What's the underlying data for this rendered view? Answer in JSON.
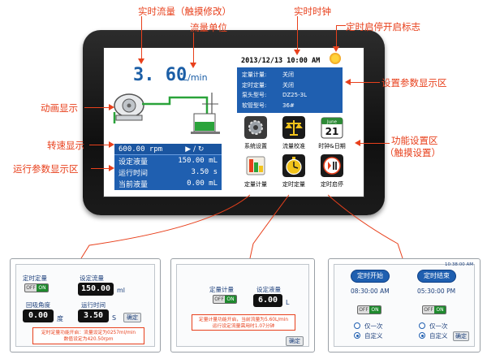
{
  "callouts": {
    "realtime_flow": "实时流量（触摸修改）",
    "flow_unit": "流量单位",
    "realtime_clock": "实时时钟",
    "timer_flag": "定时启停开启标志",
    "animation": "动画显示",
    "param_display": "设置参数显示区",
    "speed_display": "转速显示",
    "run_param_display": "运行参数显示区",
    "function_area": "功能设置区",
    "function_area_sub": "（触摸设置）"
  },
  "screen": {
    "flow_value": "3. 60",
    "flow_unit": "L/min",
    "clock": "2013/12/13 10:00 AM",
    "params": [
      {
        "key": "定量计量:",
        "value": "关闭"
      },
      {
        "key": "定时定量:",
        "value": "关闭"
      },
      {
        "key": "泵头型号:",
        "value": "DZ25-3L"
      },
      {
        "key": "软管型号:",
        "value": "36#"
      }
    ],
    "run": {
      "rpm": "600.00 rpm",
      "controls": "▶ / ↻",
      "rows": [
        {
          "key": "设定液量",
          "value": "150.00 mL"
        },
        {
          "key": "运行时间",
          "value": "3.50 s"
        },
        {
          "key": "当前液量",
          "value": "0.00 mL"
        }
      ]
    },
    "functions": [
      {
        "id": "system",
        "label": "系统设置",
        "icon": "gear-icon"
      },
      {
        "id": "calib",
        "label": "流量校准",
        "icon": "scale-icon"
      },
      {
        "id": "clock",
        "label": "时钟&日期",
        "icon": "calendar-icon",
        "cal_month": "June",
        "cal_day": "21"
      },
      {
        "id": "meter",
        "label": "定量计量",
        "icon": "meter-icon"
      },
      {
        "id": "timed",
        "label": "定时定量",
        "icon": "stopwatch-icon"
      },
      {
        "id": "startstop",
        "label": "定时启停",
        "icon": "clock-play-icon"
      }
    ]
  },
  "panel_timed": {
    "label_mode": "定时定量",
    "label_volume": "设定流量",
    "volume_value": "150.00",
    "volume_unit": "ml",
    "label_angle": "回吸角度",
    "angle_value": "0.00",
    "angle_unit": "度",
    "label_time": "运行时间",
    "time_value": "3.50",
    "time_unit": "S",
    "toggle_off": "OFF",
    "toggle_on": "ON",
    "confirm": "确定",
    "note_line1": "定时定量功能开启：流量设定为0257ml/min",
    "note_line2": "数值设定为420.50rpm"
  },
  "panel_meter": {
    "label_mode": "定量计量",
    "label_volume": "设定液量",
    "volume_value": "6.00",
    "volume_unit": "L",
    "toggle_off": "OFF",
    "toggle_on": "ON",
    "note_line1": "定量计量功能开启，当前流量为5.60L/min",
    "note_line2": "运行设定流量需用时1.07分钟",
    "confirm": "确定"
  },
  "panel_timer": {
    "top_time": "10:38:00 AM",
    "start_label": "定时开始",
    "end_label": "定时结束",
    "start_time": "08:30:00 AM",
    "end_time": "05:30:00 PM",
    "toggle_off": "OFF",
    "toggle_on": "ON",
    "once": "仅一次",
    "custom": "自定义",
    "confirm": "确定"
  }
}
